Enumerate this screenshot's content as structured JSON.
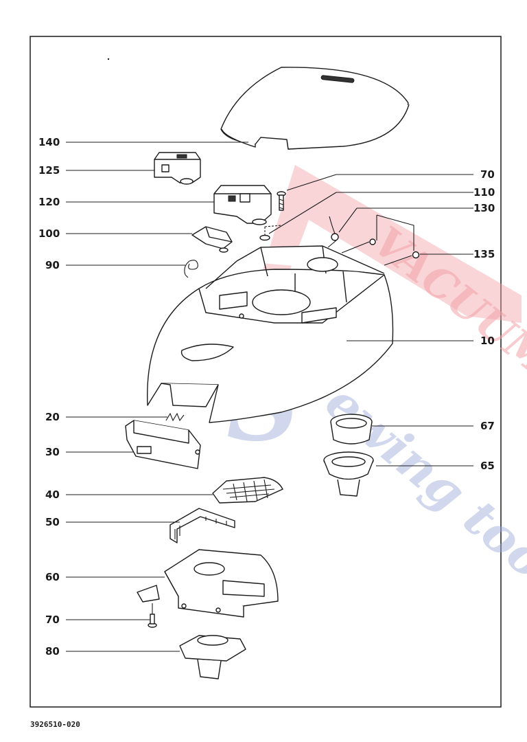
{
  "diagram": {
    "watermark": {
      "line1": "VACUUMS",
      "line2": "Sewing too",
      "line2_initial": "S",
      "red": "#f2a2a8",
      "blue": "#9aa6d8"
    },
    "callouts": [
      {
        "id": "c140",
        "text": "140"
      },
      {
        "id": "c125",
        "text": "125"
      },
      {
        "id": "c120",
        "text": "120"
      },
      {
        "id": "c100",
        "text": "100"
      },
      {
        "id": "c90",
        "text": "90"
      },
      {
        "id": "c70a",
        "text": "70"
      },
      {
        "id": "c110",
        "text": "110"
      },
      {
        "id": "c130",
        "text": "130"
      },
      {
        "id": "c135",
        "text": "135"
      },
      {
        "id": "c10",
        "text": "10"
      },
      {
        "id": "c20",
        "text": "20"
      },
      {
        "id": "c30",
        "text": "30"
      },
      {
        "id": "c40",
        "text": "40"
      },
      {
        "id": "c50",
        "text": "50"
      },
      {
        "id": "c60",
        "text": "60"
      },
      {
        "id": "c70b",
        "text": "70"
      },
      {
        "id": "c80",
        "text": "80"
      },
      {
        "id": "c67",
        "text": "67"
      },
      {
        "id": "c65",
        "text": "65"
      }
    ],
    "drawing_number": "3926510-020"
  }
}
